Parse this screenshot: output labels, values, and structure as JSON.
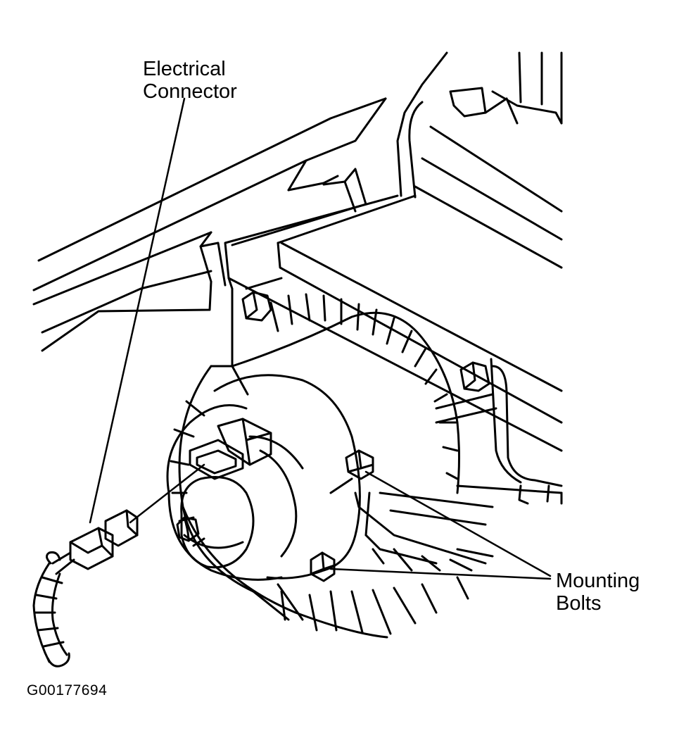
{
  "labels": {
    "electrical_connector": [
      "Electrical",
      "Connector"
    ],
    "mounting_bolts": [
      "Mounting",
      "Bolts"
    ]
  },
  "figure_code": "G00177694",
  "colors": {
    "line": "#000000",
    "background": "#ffffff"
  }
}
